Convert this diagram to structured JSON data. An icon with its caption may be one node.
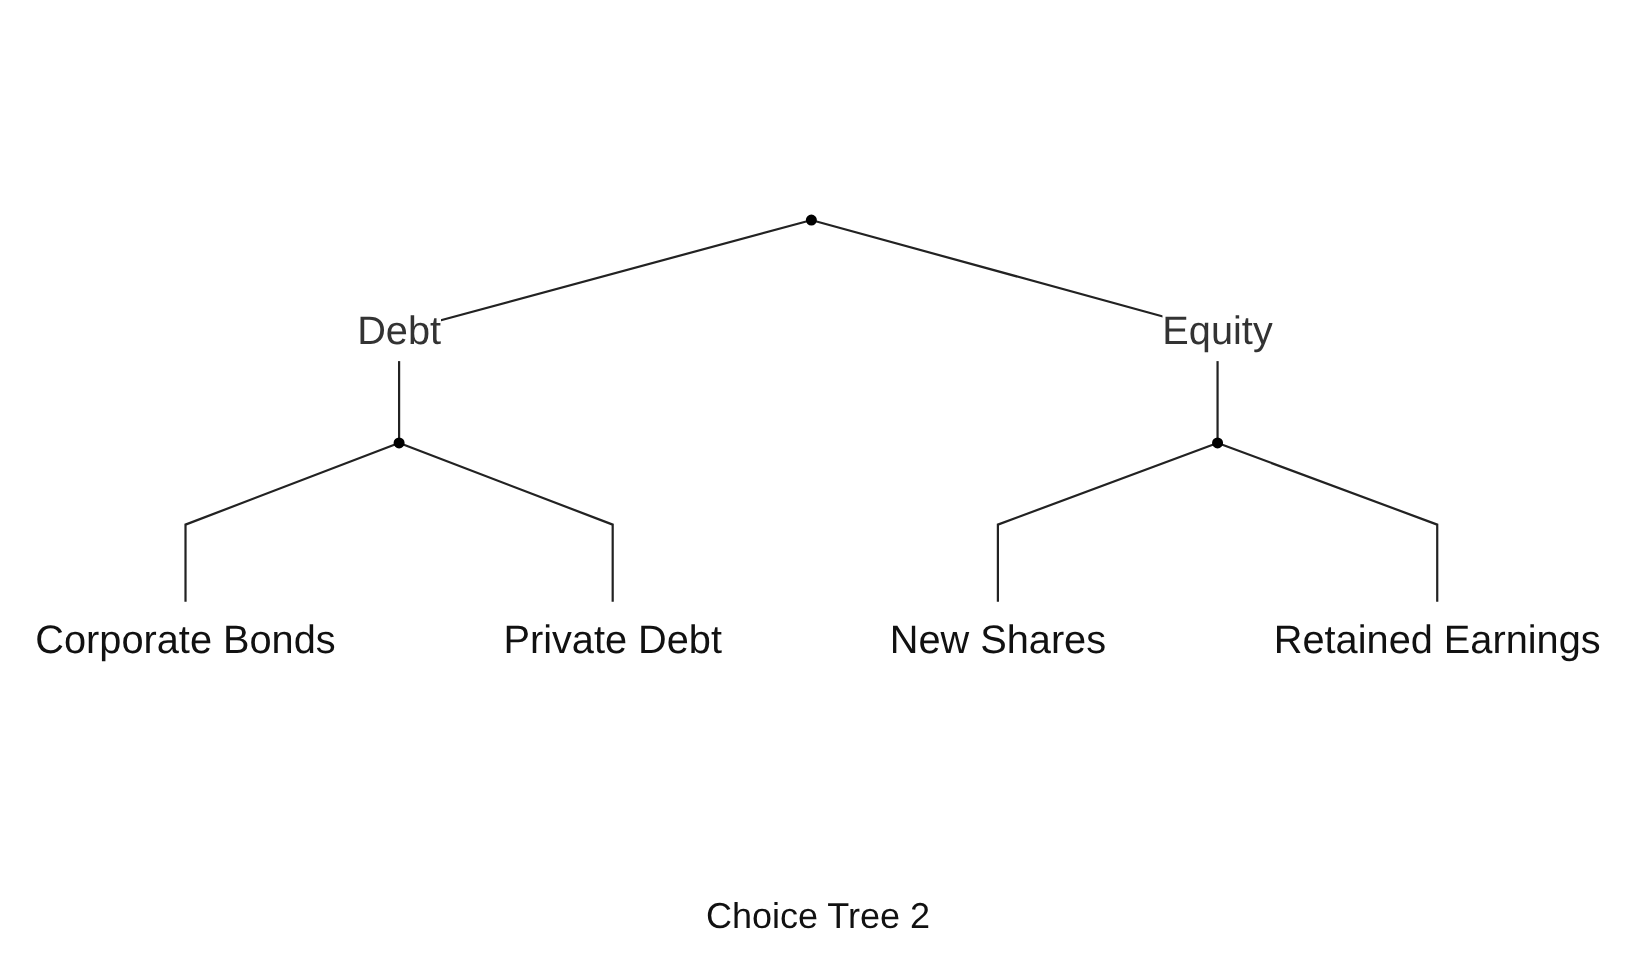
{
  "diagram": {
    "caption": "Choice Tree 2",
    "nodes": [
      {
        "text": [],
        "shape": "circle"
      },
      {
        "text": [],
        "shape": "circle"
      },
      {
        "text": [],
        "shape": "circle"
      },
      {
        "text": [
          "Corporate Bonds"
        ]
      },
      {
        "text": [
          "Private Debt"
        ]
      },
      {
        "text": [
          "New Shares"
        ]
      },
      {
        "text": [
          "Retained Earnings"
        ]
      }
    ],
    "edges": [
      {
        "from": 0,
        "to": 1,
        "arrow": "none",
        "label": "Debt"
      },
      {
        "from": 0,
        "to": 2,
        "arrow": "none",
        "label": "Equity"
      },
      {
        "from": 1,
        "to": 3,
        "arrow": "none"
      },
      {
        "from": 1,
        "to": 4,
        "arrow": "none"
      },
      {
        "from": 2,
        "to": 5,
        "arrow": "none"
      },
      {
        "from": 2,
        "to": 6,
        "arrow": "none"
      }
    ]
  }
}
